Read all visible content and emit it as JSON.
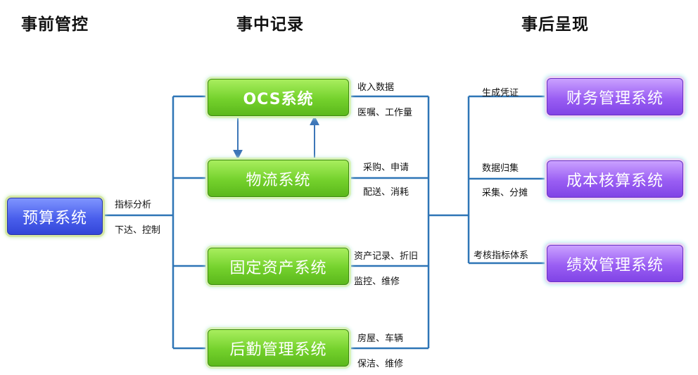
{
  "headings": {
    "before": "事前管控",
    "during": "事中记录",
    "after": "事后呈现"
  },
  "systems": {
    "budget": "预算系统",
    "ocs": "OCS系统",
    "logistics": "物流系统",
    "fixed_assets": "固定资产系统",
    "logistics_mgmt": "后勤管理系统",
    "finance": "财务管理系统",
    "cost": "成本核算系统",
    "performance": "绩效管理系统"
  },
  "labels": {
    "budget_1": "指标分析",
    "budget_2": "下达、控制",
    "ocs_1": "收入数据",
    "ocs_2": "医嘱、工作量",
    "logistics_1": "采购、申请",
    "logistics_2": "配送、消耗",
    "assets_1": "资产记录、折旧",
    "assets_2": "监控、维修",
    "mgmt_1": "房屋、车辆",
    "mgmt_2": "保洁、维修",
    "finance_1": "生成凭证",
    "cost_1": "数据归集",
    "cost_2": "采集、分摊",
    "performance_1": "考核指标体系"
  },
  "colors": {
    "connector": "#2e75b6",
    "green_box": "#74d12c",
    "purple_box": "#9a5ef3",
    "blue_box": "#4a5fec"
  }
}
